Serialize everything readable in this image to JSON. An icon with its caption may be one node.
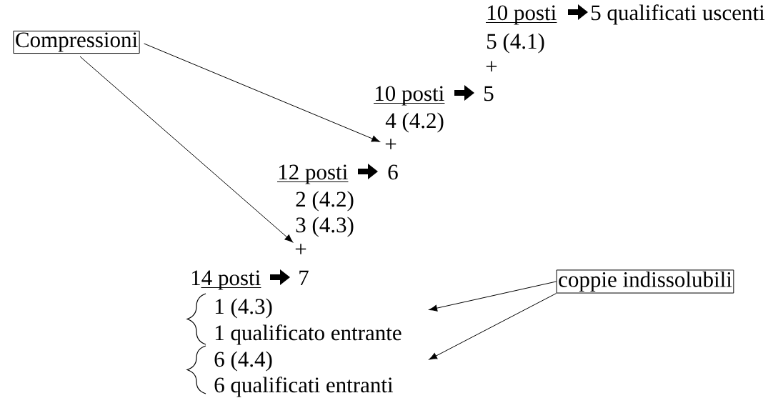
{
  "diagram": {
    "nodes": [
      {
        "text": [
          "Compressioni"
        ]
      },
      {
        "text": [
          "coppie indissolubili"
        ]
      },
      {
        "text": [
          "+"
        ]
      },
      {
        "text": [
          "+"
        ]
      }
    ],
    "edges": [
      {
        "from": 0,
        "to": 2,
        "arrow": "to"
      },
      {
        "from": 0,
        "to": 3,
        "arrow": "to"
      },
      {
        "from": 1,
        "to": null,
        "arrow": "to"
      },
      {
        "from": 1,
        "to": null,
        "arrow": "to"
      }
    ],
    "labels": [
      "10 posti",
      "5 qualificati uscenti",
      "5 (4.1)",
      "+",
      "10 posti",
      "5",
      "4 (4.2)",
      "12 posti",
      "6",
      "2 (4.2)",
      "3 (4.3)",
      "14 posti",
      "7",
      "1 (4.3)",
      "1 qualificato entrante",
      "6 (4.4)",
      "6 qualificati entranti"
    ]
  }
}
